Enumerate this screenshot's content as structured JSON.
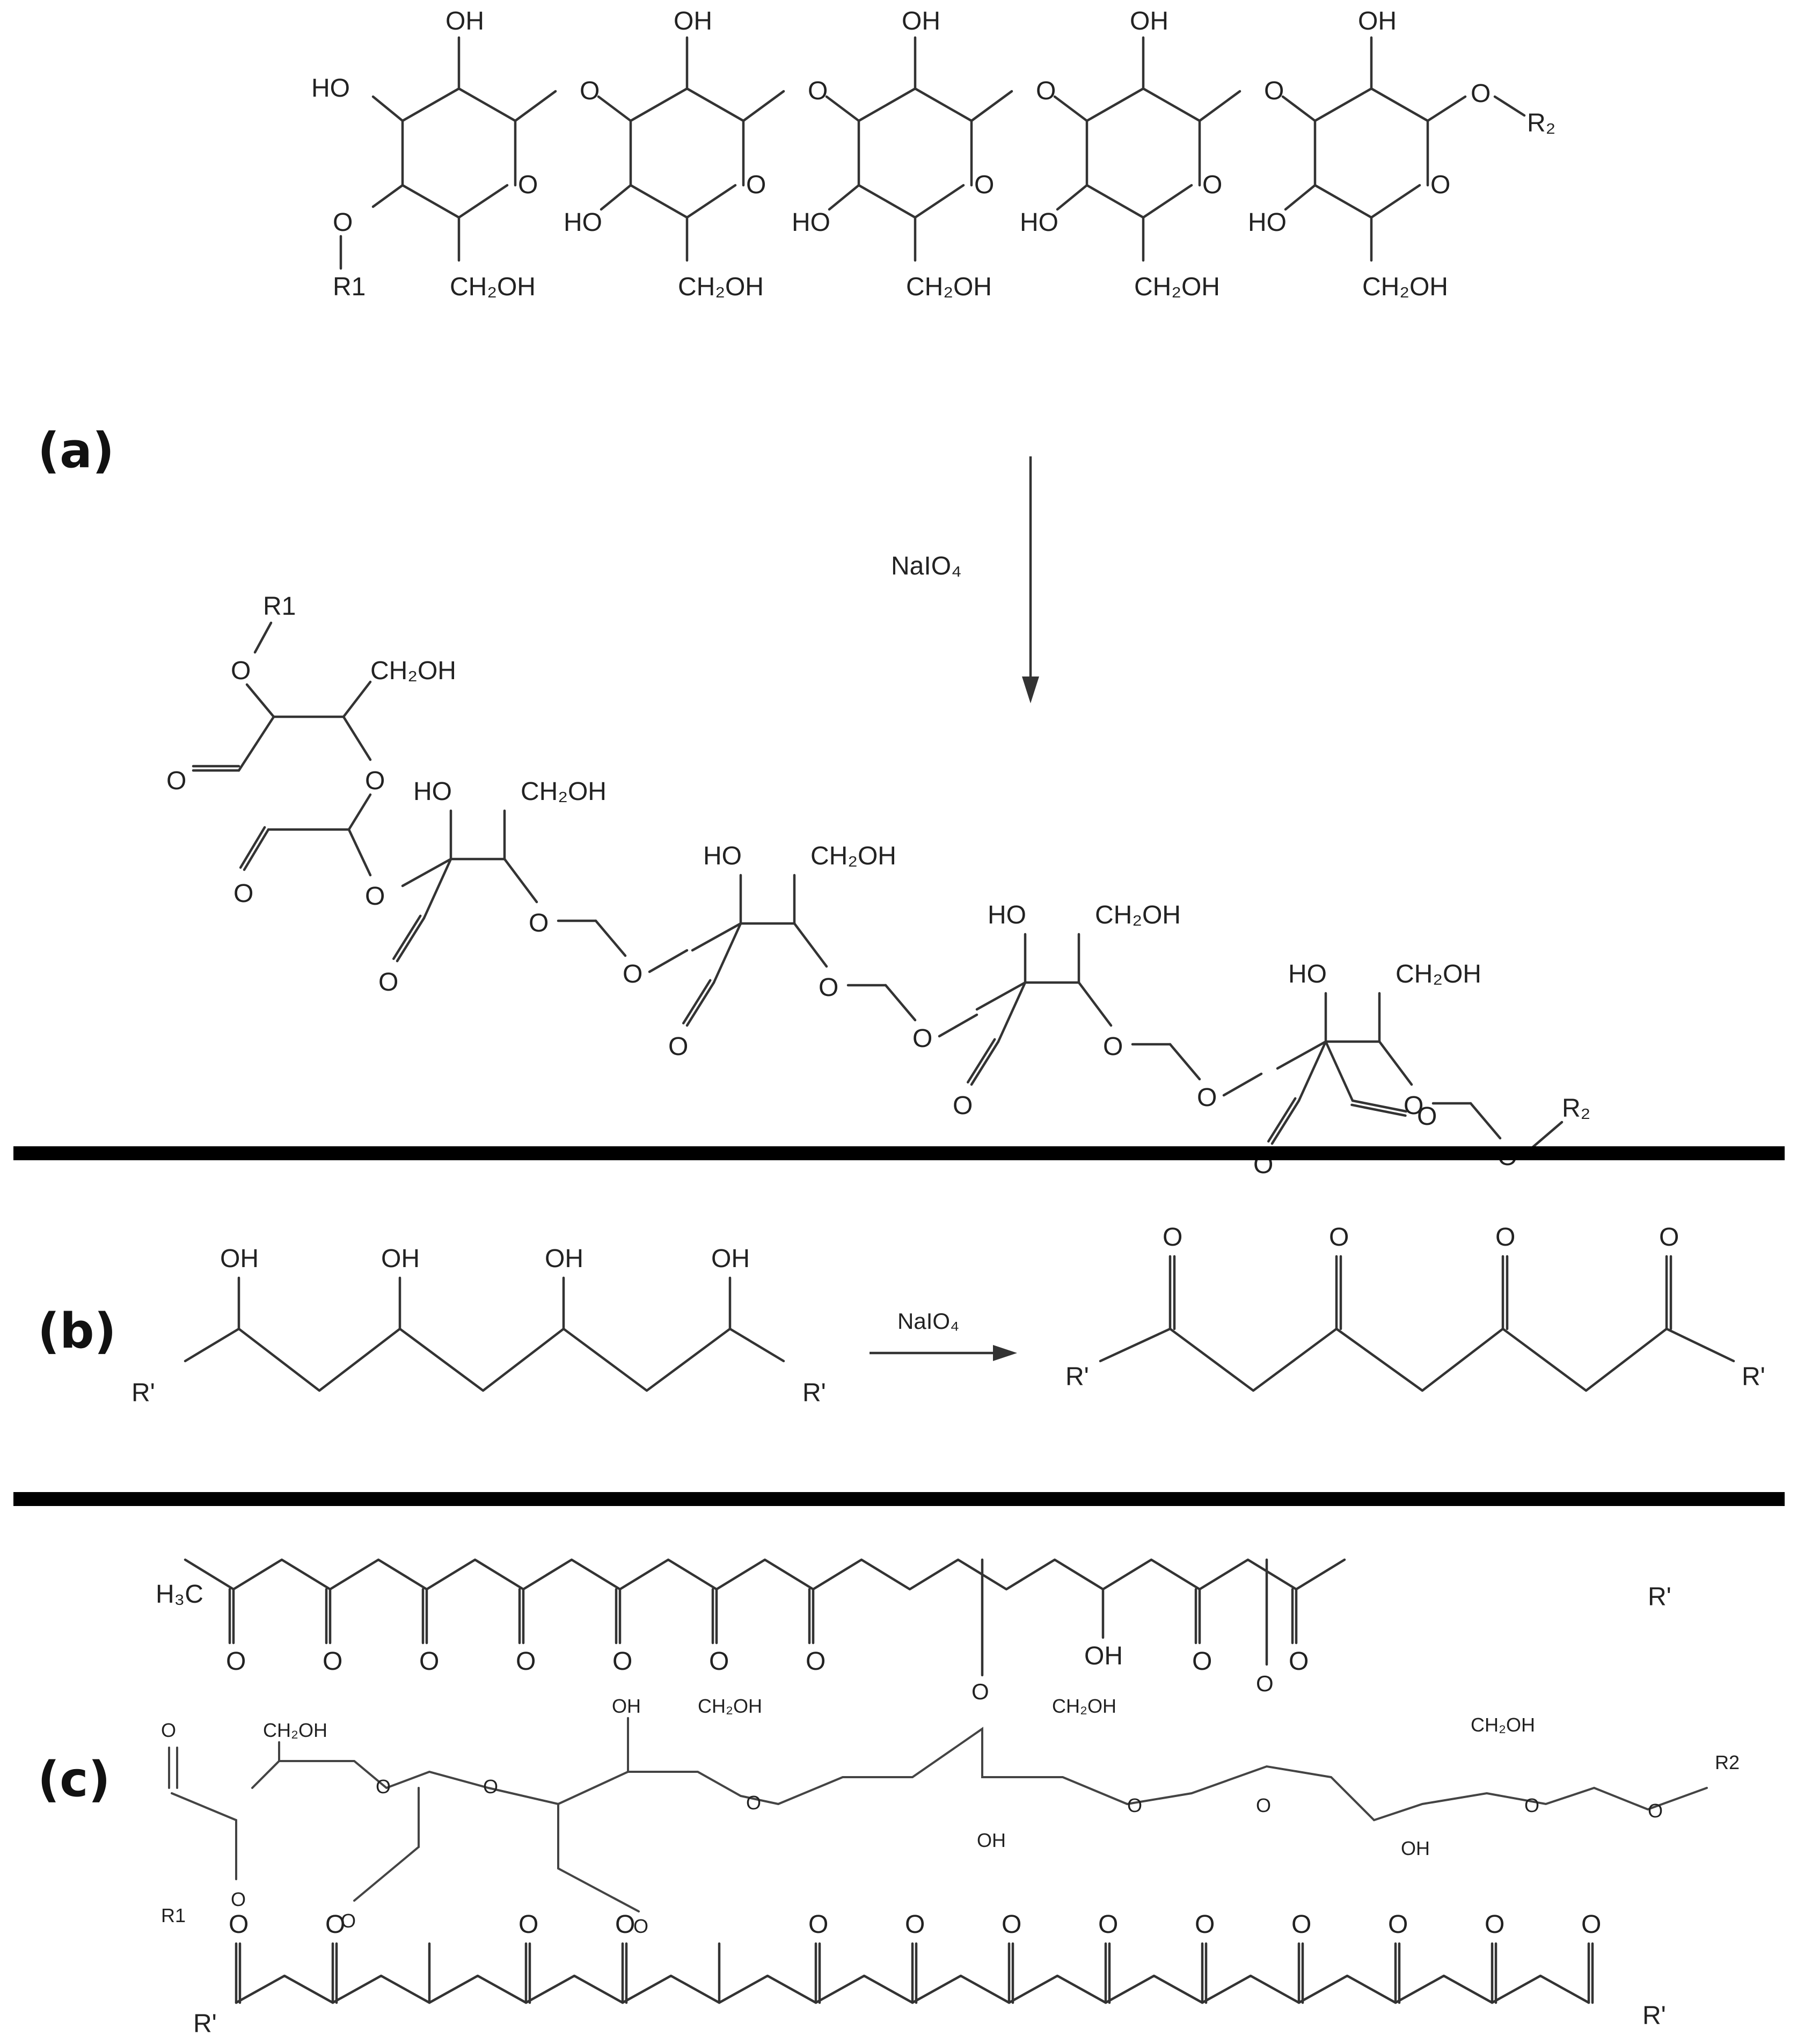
{
  "panels": {
    "a": {
      "label": "(a)",
      "reagent": "NaIO₄",
      "top_chain": {
        "oh_label": "OH",
        "ho_label": "HO",
        "ring_o": "O",
        "link_o": "O",
        "ch2oh": "CH₂OH",
        "r1": "R1",
        "r2": "R₂"
      },
      "product": {
        "r1": "R1",
        "r2": "R₂",
        "ch2oh": "CH₂OH",
        "ho": "HO",
        "o": "O",
        "aldehyde_o": "O"
      }
    },
    "b": {
      "label": "(b)",
      "reagent": "NaIO₄",
      "oh": "OH",
      "r_prime": "R'",
      "keto_o": "O"
    },
    "c": {
      "label": "(c)",
      "h3c": "H₃C",
      "r_prime": "R'",
      "oh": "OH",
      "o": "O",
      "ch2oh": "CH₂OH",
      "r1": "R1",
      "r2": "R2"
    }
  }
}
